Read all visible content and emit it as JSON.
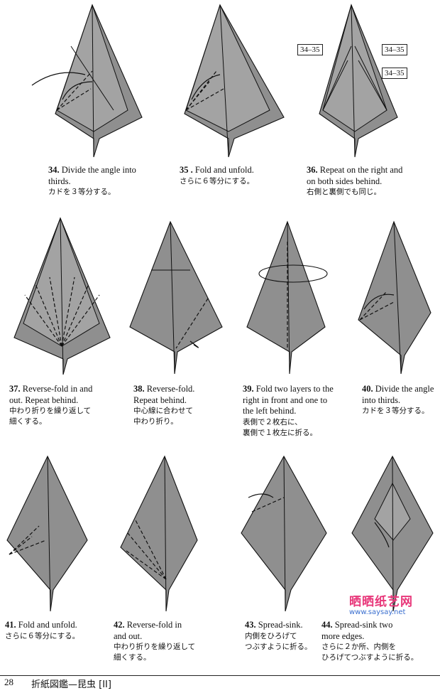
{
  "steps": [
    {
      "num": "34.",
      "en": "Divide the angle into\nthirds.",
      "ja": "カドを３等分する。"
    },
    {
      "num": "35 .",
      "en": "Fold and unfold.",
      "ja": "さらに６等分にする。"
    },
    {
      "num": "36.",
      "en": "Repeat on the right and\non both sides behind.",
      "ja": "右側と裏側でも同じ。"
    },
    {
      "num": "37.",
      "en": "Reverse-fold in and\nout. Repeat behind.",
      "ja": "中わり折りを繰り返して\n細くする。"
    },
    {
      "num": "38.",
      "en": "Reverse-fold.\nRepeat behind.",
      "ja": "中心線に合わせて\n中わり折り。"
    },
    {
      "num": "39.",
      "en": "Fold two layers to the\nright in front and one to\nthe left behind.",
      "ja": "表側で２枚右に、\n裏側で１枚左に折る。"
    },
    {
      "num": "40.",
      "en": "Divide the angle\ninto thirds.",
      "ja": "カドを３等分する。"
    },
    {
      "num": "41.",
      "en": "Fold and unfold.",
      "ja": "さらに６等分にする。"
    },
    {
      "num": "42.",
      "en": "Reverse-fold in\nand out.",
      "ja": "中わり折りを繰り返して\n細くする。"
    },
    {
      "num": "43.",
      "en": "Spread-sink.",
      "ja": "内側をひろげて\nつぶすように折る。"
    },
    {
      "num": "44.",
      "en": "Spread-sink two\nmore edges.",
      "ja": "さらに２か所、内側を\nひろげてつぶすように折る。"
    }
  ],
  "tags": [
    "34–35",
    "34–35",
    "34–35"
  ],
  "footer": {
    "page": "28",
    "book": "折紙図鑑—昆虫 [II]"
  },
  "watermark": {
    "brand": "晒晒纸艺网",
    "url": "www.saysay.net"
  },
  "colors": {
    "paper": "#8f8f8f",
    "brand_pink": "#e8377a",
    "brand_blue": "#3a6fcf"
  }
}
